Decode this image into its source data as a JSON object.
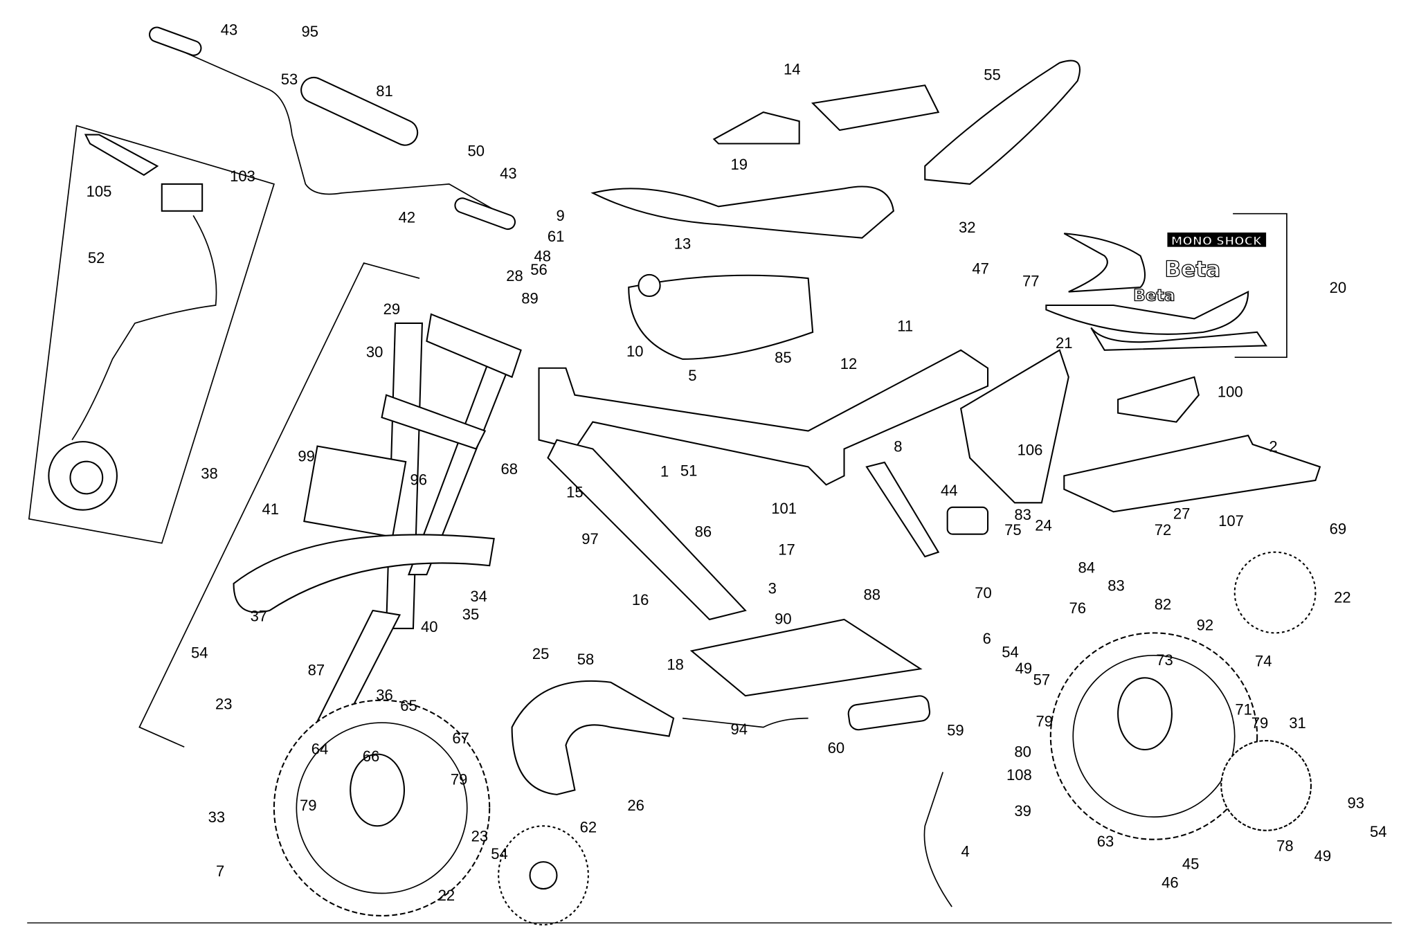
{
  "diagram": {
    "part_numbers": [
      "43",
      "95",
      "53",
      "81",
      "105",
      "103",
      "52",
      "50",
      "43",
      "42",
      "14",
      "55",
      "19",
      "9",
      "61",
      "13",
      "48",
      "56",
      "28",
      "89",
      "29",
      "30",
      "10",
      "32",
      "47",
      "77",
      "11",
      "20",
      "21",
      "12",
      "85",
      "5",
      "100",
      "38",
      "99",
      "96",
      "68",
      "1",
      "51",
      "8",
      "106",
      "2",
      "44",
      "27",
      "72",
      "107",
      "69",
      "15",
      "97",
      "86",
      "101",
      "17",
      "41",
      "83",
      "75",
      "24",
      "84",
      "83",
      "76",
      "34",
      "35",
      "40",
      "37",
      "3",
      "16",
      "88",
      "70",
      "82",
      "22",
      "90",
      "92",
      "6",
      "54",
      "23",
      "87",
      "36",
      "18",
      "54",
      "49",
      "57",
      "73",
      "74",
      "25",
      "58",
      "65",
      "94",
      "64",
      "67",
      "66",
      "79",
      "79",
      "60",
      "59",
      "71",
      "79",
      "31",
      "79",
      "80",
      "108",
      "26",
      "33",
      "62",
      "23",
      "54",
      "39",
      "63",
      "93",
      "7",
      "22",
      "78",
      "54",
      "49",
      "45",
      "4",
      "46"
    ],
    "decals": {
      "mono_shock": "MONO SHOCK",
      "beta": "Beta",
      "beta_racing": "Beta"
    }
  }
}
